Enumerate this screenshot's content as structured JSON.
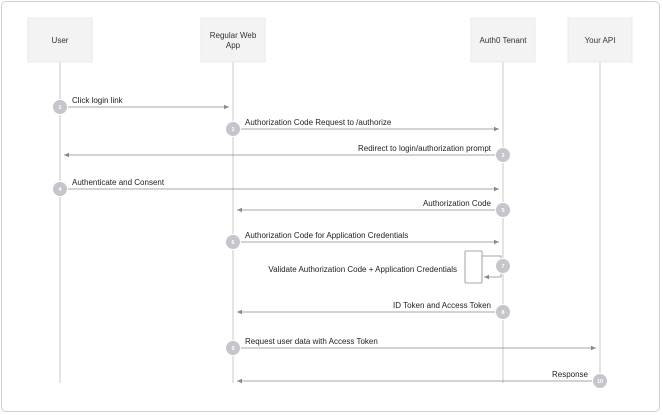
{
  "actors": [
    {
      "id": "user",
      "label_lines": [
        "User"
      ]
    },
    {
      "id": "webapp",
      "label_lines": [
        "Regular Web",
        "App"
      ]
    },
    {
      "id": "tenant",
      "label_lines": [
        "Auth0 Tenant"
      ]
    },
    {
      "id": "api",
      "label_lines": [
        "Your API"
      ]
    }
  ],
  "messages": [
    {
      "step": "1",
      "label": "Click login link",
      "from": "user",
      "to": "webapp"
    },
    {
      "step": "2",
      "label": "Authorization Code Request to /authorize",
      "from": "webapp",
      "to": "tenant"
    },
    {
      "step": "3",
      "label": "Redirect to login/authorization prompt",
      "from": "tenant",
      "to": "user"
    },
    {
      "step": "4",
      "label": "Authenticate and Consent",
      "from": "user",
      "to": "tenant"
    },
    {
      "step": "5",
      "label": "Authorization Code",
      "from": "tenant",
      "to": "webapp"
    },
    {
      "step": "6",
      "label": "Authorization Code for Application Credentials",
      "from": "webapp",
      "to": "tenant"
    },
    {
      "step": "7",
      "label": "Validate Authorization Code + Application Credentials",
      "from": "tenant",
      "to": "tenant"
    },
    {
      "step": "8",
      "label": "ID Token and Access Token",
      "from": "tenant",
      "to": "webapp"
    },
    {
      "step": "9",
      "label": "Request user data with Access Token",
      "from": "webapp",
      "to": "api"
    },
    {
      "step": "10",
      "label": "Response",
      "from": "api",
      "to": "webapp"
    }
  ]
}
